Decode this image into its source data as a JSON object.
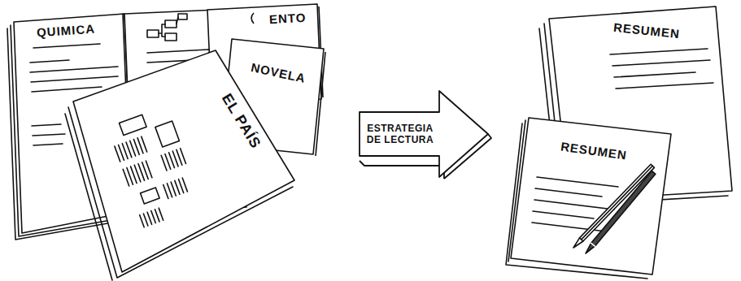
{
  "diagram": {
    "nodes": [
      {
        "text": [
          "QUIMICA"
        ]
      },
      {
        "text": [
          "ENTO"
        ]
      },
      {
        "text": [
          "NOVELA"
        ]
      },
      {
        "text": [
          "EL PAÍS"
        ]
      },
      {
        "text": [
          "ESTRATEGIA DE LECTURA"
        ]
      },
      {
        "text": [
          "RESUMEN"
        ]
      },
      {
        "text": [
          "RESUMEN"
        ]
      }
    ]
  }
}
